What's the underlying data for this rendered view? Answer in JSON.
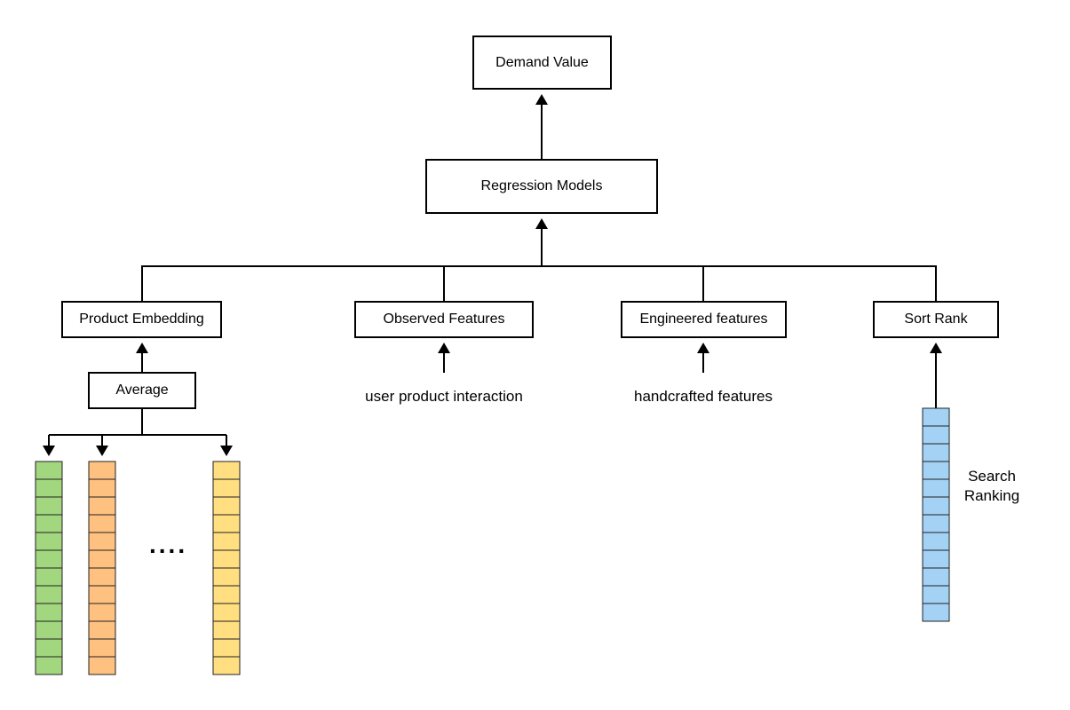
{
  "nodes": {
    "demand_value": "Demand Value",
    "regression_models": "Regression Models",
    "product_embedding": "Product Embedding",
    "observed_features": "Observed Features",
    "engineered_features": "Engineered features",
    "sort_rank": "Sort Rank",
    "average": "Average"
  },
  "inputs": {
    "user_product_interaction": "user product interaction",
    "handcrafted_features": "handcrafted features",
    "search_ranking_line1": "Search",
    "search_ranking_line2": "Ranking"
  },
  "ellipsis": "....",
  "vectors": [
    {
      "name": "green-vector",
      "color": "#a3d77f",
      "cells": 12
    },
    {
      "name": "orange-vector",
      "color": "#ffc17f",
      "cells": 12
    },
    {
      "name": "yellow-vector",
      "color": "#ffdf80",
      "cells": 12
    },
    {
      "name": "blue-vector",
      "color": "#a3d2f5",
      "cells": 12
    }
  ]
}
